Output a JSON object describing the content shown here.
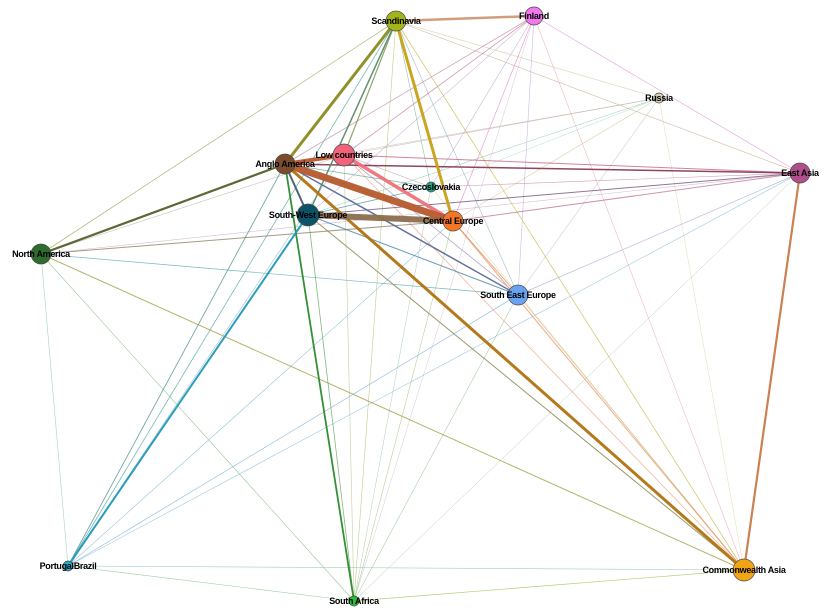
{
  "nodes": [
    {
      "id": "scandinavia",
      "label": "Scandinavia",
      "color": "#a3b51a"
    },
    {
      "id": "finland",
      "label": "Finland",
      "color": "#f278ee"
    },
    {
      "id": "russia",
      "label": "Russia",
      "color": "#d7d2b6"
    },
    {
      "id": "east-asia",
      "label": "East Asia",
      "color": "#b04f8c"
    },
    {
      "id": "anglo-america",
      "label": "Anglo America",
      "color": "#7a4b2c"
    },
    {
      "id": "low-countries",
      "label": "Low countries",
      "color": "#f0637a"
    },
    {
      "id": "czecoslovakia",
      "label": "Czecoslovakia",
      "color": "#22a887"
    },
    {
      "id": "south-west-europe",
      "label": "South-West Europe",
      "color": "#0d5368"
    },
    {
      "id": "central-europe",
      "label": "Central Europe",
      "color": "#f57726"
    },
    {
      "id": "north-america",
      "label": "North America",
      "color": "#2f6a2f"
    },
    {
      "id": "south-east-europe",
      "label": "South East Europe",
      "color": "#69a3f0"
    },
    {
      "id": "portugal-brazil",
      "label": "PortugalBrazil",
      "color": "#29aacc"
    },
    {
      "id": "south-africa",
      "label": "South Africa",
      "color": "#22c032"
    },
    {
      "id": "commonwealth-asia",
      "label": "Commonwealth Asia",
      "color": "#f0a614"
    }
  ],
  "edges": [
    {
      "source": "anglo-america",
      "target": "central-europe",
      "color": "#b65a2c",
      "weight": 7
    },
    {
      "source": "south-west-europe",
      "target": "central-europe",
      "color": "#8c6e4e",
      "weight": 6
    },
    {
      "source": "anglo-america",
      "target": "low-countries",
      "color": "#b8592e",
      "weight": 4
    },
    {
      "source": "low-countries",
      "target": "central-europe",
      "color": "#f0707a",
      "weight": 3.5
    },
    {
      "source": "anglo-america",
      "target": "commonwealth-asia",
      "color": "#b0720e",
      "weight": 3
    },
    {
      "source": "scandinavia",
      "target": "central-europe",
      "color": "#c8a014",
      "weight": 3
    },
    {
      "source": "scandinavia",
      "target": "anglo-america",
      "color": "#8c8a1e",
      "weight": 3
    },
    {
      "source": "scandinavia",
      "target": "finland",
      "color": "#d09878",
      "weight": 2.5
    },
    {
      "source": "east-asia",
      "target": "commonwealth-asia",
      "color": "#c87a4a",
      "weight": 2.2
    },
    {
      "source": "anglo-america",
      "target": "north-america",
      "color": "#54602a",
      "weight": 2.2
    },
    {
      "source": "south-west-europe",
      "target": "portugal-brazil",
      "color": "#1f9ab8",
      "weight": 2
    },
    {
      "source": "anglo-america",
      "target": "south-africa",
      "color": "#2a8a2a",
      "weight": 1.8
    },
    {
      "source": "anglo-america",
      "target": "east-asia",
      "color": "#8a3a5a",
      "weight": 1.5
    },
    {
      "source": "anglo-america",
      "target": "south-east-europe",
      "color": "#5a6a9a",
      "weight": 1.5
    },
    {
      "source": "south-west-europe",
      "target": "anglo-america",
      "color": "#4a5a6a",
      "weight": 2
    },
    {
      "source": "scandinavia",
      "target": "south-west-europe",
      "color": "#5a8a6a",
      "weight": 1.5
    },
    {
      "source": "scandinavia",
      "target": "low-countries",
      "color": "#6a8a3a",
      "weight": 1.2
    },
    {
      "source": "north-america",
      "target": "commonwealth-asia",
      "color": "#9a9a3a",
      "weight": 1
    },
    {
      "source": "north-america",
      "target": "central-europe",
      "color": "#8a7a5a",
      "weight": 1
    },
    {
      "source": "north-america",
      "target": "scandinavia",
      "color": "#9aa84a",
      "weight": 0.8
    },
    {
      "source": "north-america",
      "target": "south-east-europe",
      "color": "#4aa0b0",
      "weight": 0.7
    },
    {
      "source": "north-america",
      "target": "south-africa",
      "color": "#7ab87a",
      "weight": 0.6
    },
    {
      "source": "north-america",
      "target": "portugal-brazil",
      "color": "#8ac8a8",
      "weight": 0.6
    },
    {
      "source": "north-america",
      "target": "low-countries",
      "color": "#b8a8a0",
      "weight": 0.6
    },
    {
      "source": "north-america",
      "target": "east-asia",
      "color": "#c8a8c8",
      "weight": 0.6
    },
    {
      "source": "south-west-europe",
      "target": "south-east-europe",
      "color": "#3a7aa0",
      "weight": 1
    },
    {
      "source": "south-west-europe",
      "target": "east-asia",
      "color": "#6a4a7a",
      "weight": 1
    },
    {
      "source": "south-west-europe",
      "target": "commonwealth-asia",
      "color": "#7a7a3a",
      "weight": 1
    },
    {
      "source": "south-west-europe",
      "target": "south-africa",
      "color": "#5aa05a",
      "weight": 0.8
    },
    {
      "source": "south-west-europe",
      "target": "russia",
      "color": "#8ac8b0",
      "weight": 0.6
    },
    {
      "source": "south-west-europe",
      "target": "finland",
      "color": "#b8a0d0",
      "weight": 0.6
    },
    {
      "source": "low-countries",
      "target": "east-asia",
      "color": "#c05a7a",
      "weight": 1
    },
    {
      "source": "low-countries",
      "target": "finland",
      "color": "#c87a9a",
      "weight": 0.8
    },
    {
      "source": "low-countries",
      "target": "south-east-europe",
      "color": "#9a8ab0",
      "weight": 0.8
    },
    {
      "source": "low-countries",
      "target": "russia",
      "color": "#d0a0b0",
      "weight": 0.6
    },
    {
      "source": "low-countries",
      "target": "commonwealth-asia",
      "color": "#e8a080",
      "weight": 0.8
    },
    {
      "source": "low-countries",
      "target": "south-africa",
      "color": "#b0c080",
      "weight": 0.6
    },
    {
      "source": "low-countries",
      "target": "portugal-brazil",
      "color": "#80b0c8",
      "weight": 0.6
    },
    {
      "source": "central-europe",
      "target": "east-asia",
      "color": "#c07090",
      "weight": 1
    },
    {
      "source": "central-europe",
      "target": "south-east-europe",
      "color": "#e0905a",
      "weight": 1
    },
    {
      "source": "central-europe",
      "target": "commonwealth-asia",
      "color": "#e89060",
      "weight": 1
    },
    {
      "source": "central-europe",
      "target": "finland",
      "color": "#e080c8",
      "weight": 0.7
    },
    {
      "source": "central-europe",
      "target": "russia",
      "color": "#d0c090",
      "weight": 0.6
    },
    {
      "source": "central-europe",
      "target": "south-africa",
      "color": "#a0c070",
      "weight": 0.6
    },
    {
      "source": "central-europe",
      "target": "portugal-brazil",
      "color": "#70b0d0",
      "weight": 0.6
    },
    {
      "source": "scandinavia",
      "target": "south-east-europe",
      "color": "#9ab0c0",
      "weight": 0.7
    },
    {
      "source": "scandinavia",
      "target": "commonwealth-asia",
      "color": "#c8b84a",
      "weight": 0.8
    },
    {
      "source": "scandinavia",
      "target": "russia",
      "color": "#c8c090",
      "weight": 0.6
    },
    {
      "source": "scandinavia",
      "target": "east-asia",
      "color": "#c0a080",
      "weight": 0.6
    },
    {
      "source": "scandinavia",
      "target": "south-africa",
      "color": "#a8c060",
      "weight": 0.6
    },
    {
      "source": "scandinavia",
      "target": "portugal-brazil",
      "color": "#4aa0a0",
      "weight": 0.8
    },
    {
      "source": "scandinavia",
      "target": "czecoslovakia",
      "color": "#6ab08a",
      "weight": 0.6
    },
    {
      "source": "finland",
      "target": "east-asia",
      "color": "#e090d8",
      "weight": 0.7
    },
    {
      "source": "finland",
      "target": "south-east-europe",
      "color": "#c0a0e0",
      "weight": 0.6
    },
    {
      "source": "finland",
      "target": "commonwealth-asia",
      "color": "#f0a0b0",
      "weight": 0.6
    },
    {
      "source": "finland",
      "target": "anglo-america",
      "color": "#c08aa0",
      "weight": 0.8
    },
    {
      "source": "finland",
      "target": "czecoslovakia",
      "color": "#b0a0d0",
      "weight": 0.6
    },
    {
      "source": "finland",
      "target": "south-africa",
      "color": "#d0b0d0",
      "weight": 0.5
    },
    {
      "source": "russia",
      "target": "anglo-america",
      "color": "#b8c0a0",
      "weight": 0.6
    },
    {
      "source": "russia",
      "target": "south-east-europe",
      "color": "#c0c0c0",
      "weight": 0.6
    },
    {
      "source": "russia",
      "target": "commonwealth-asia",
      "color": "#d8d0a0",
      "weight": 0.5
    },
    {
      "source": "russia",
      "target": "czecoslovakia",
      "color": "#a0d0c0",
      "weight": 0.5
    },
    {
      "source": "east-asia",
      "target": "south-east-europe",
      "color": "#a0a8d8",
      "weight": 0.7
    },
    {
      "source": "east-asia",
      "target": "czecoslovakia",
      "color": "#c080a0",
      "weight": 0.6
    },
    {
      "source": "east-asia",
      "target": "portugal-brazil",
      "color": "#80b8d8",
      "weight": 0.6
    },
    {
      "source": "east-asia",
      "target": "south-africa",
      "color": "#a0c0a0",
      "weight": 0.5
    },
    {
      "source": "south-east-europe",
      "target": "portugal-brazil",
      "color": "#70a8d8",
      "weight": 0.7
    },
    {
      "source": "south-east-europe",
      "target": "south-africa",
      "color": "#90c090",
      "weight": 0.6
    },
    {
      "source": "south-east-europe",
      "target": "commonwealth-asia",
      "color": "#d0b070",
      "weight": 0.6
    },
    {
      "source": "portugal-brazil",
      "target": "anglo-america",
      "color": "#4a8a8a",
      "weight": 0.9
    },
    {
      "source": "portugal-brazil",
      "target": "south-africa",
      "color": "#70c080",
      "weight": 0.6
    },
    {
      "source": "portugal-brazil",
      "target": "commonwealth-asia",
      "color": "#80c0b0",
      "weight": 0.6
    },
    {
      "source": "south-africa",
      "target": "commonwealth-asia",
      "color": "#90c040",
      "weight": 0.7
    },
    {
      "source": "czecoslovakia",
      "target": "anglo-america",
      "color": "#4a9a8a",
      "weight": 0.8
    },
    {
      "source": "czecoslovakia",
      "target": "south-west-europe",
      "color": "#3a8a8a",
      "weight": 0.8
    },
    {
      "source": "czecoslovakia",
      "target": "south-africa",
      "color": "#90c0a0",
      "weight": 0.5
    },
    {
      "source": "czecoslovakia",
      "target": "commonwealth-asia",
      "color": "#c0c070",
      "weight": 0.5
    },
    {
      "source": "czecoslovakia",
      "target": "low-countries",
      "color": "#c08890",
      "weight": 0.6
    }
  ]
}
